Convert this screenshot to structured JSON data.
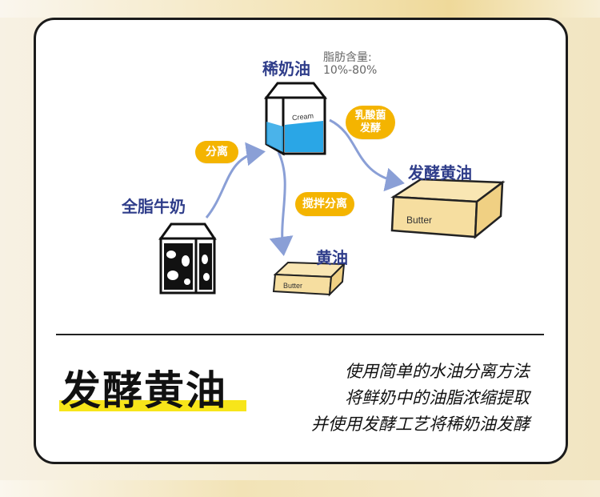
{
  "nodes": {
    "cream": "稀奶油",
    "whole_milk": "全脂牛奶",
    "butter": "黄油",
    "cultured_butter": "发酵黄油"
  },
  "cream_fat_note": {
    "line1": "脂肪含量:",
    "line2": "10%-80%"
  },
  "process_labels": {
    "separate": "分离",
    "churn_separate": "搅拌分离",
    "lactic_line1": "乳酸菌",
    "lactic_line2": "发酵"
  },
  "package_text": {
    "cream_carton": "Cream",
    "butter_large": "Butter",
    "butter_small": "Butter"
  },
  "title": "发酵黄油",
  "description": [
    "使用简单的水油分离方法",
    "将鲜奶中的油脂浓缩提取",
    "并使用发酵工艺将稀奶油发酵"
  ],
  "colors": {
    "label_blue": "#2f3d8a",
    "pill_yellow": "#f4b400",
    "arrow_blue": "#8a9fd6",
    "highlight": "#f7e51a",
    "cream_blue": "#2aa6e6",
    "butter_yellow": "#f6dea0"
  }
}
